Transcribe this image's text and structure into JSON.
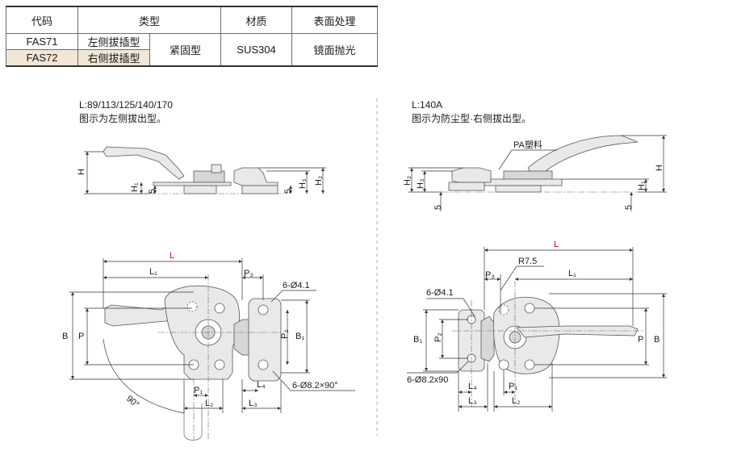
{
  "table": {
    "headers": {
      "code": "代码",
      "type": "类型",
      "material": "材质",
      "surface": "表面处理"
    },
    "rows": [
      {
        "code": "FAS71",
        "type": "左侧拔插型"
      },
      {
        "code": "FAS72",
        "type": "右侧拔插型"
      }
    ],
    "shared": {
      "subtype": "紧固型",
      "material": "SUS304",
      "surface": "镜面抛光"
    }
  },
  "left_note": {
    "line1": "L:89/113/125/140/170",
    "line2": "图示为左侧拔出型。"
  },
  "right_note": {
    "line1": "L:140A",
    "line2": "图示为防尘型·右侧拔出型。"
  },
  "labels": {
    "H": "H",
    "H1": "H₁",
    "H2": "H₂",
    "H3": "H₃",
    "five": "5",
    "L": "L",
    "L1": "L₁",
    "L2": "L₂",
    "L3": "L₃",
    "L4": "L₄",
    "P": "P",
    "P1": "P₁",
    "P2": "P₂",
    "P3": "P₃",
    "B": "B",
    "B1": "B₁",
    "hole_small": "6-Ø4.1",
    "hole_countersink_left": "6-Ø8.2×90°",
    "hole_countersink_right": "6-Ø8.2x90",
    "angle": "90°",
    "pa": "PA塑料",
    "radius": "R7.5"
  },
  "colors": {
    "L_dimension": "#d0021b",
    "table_highlight": "#f2e6d6"
  }
}
